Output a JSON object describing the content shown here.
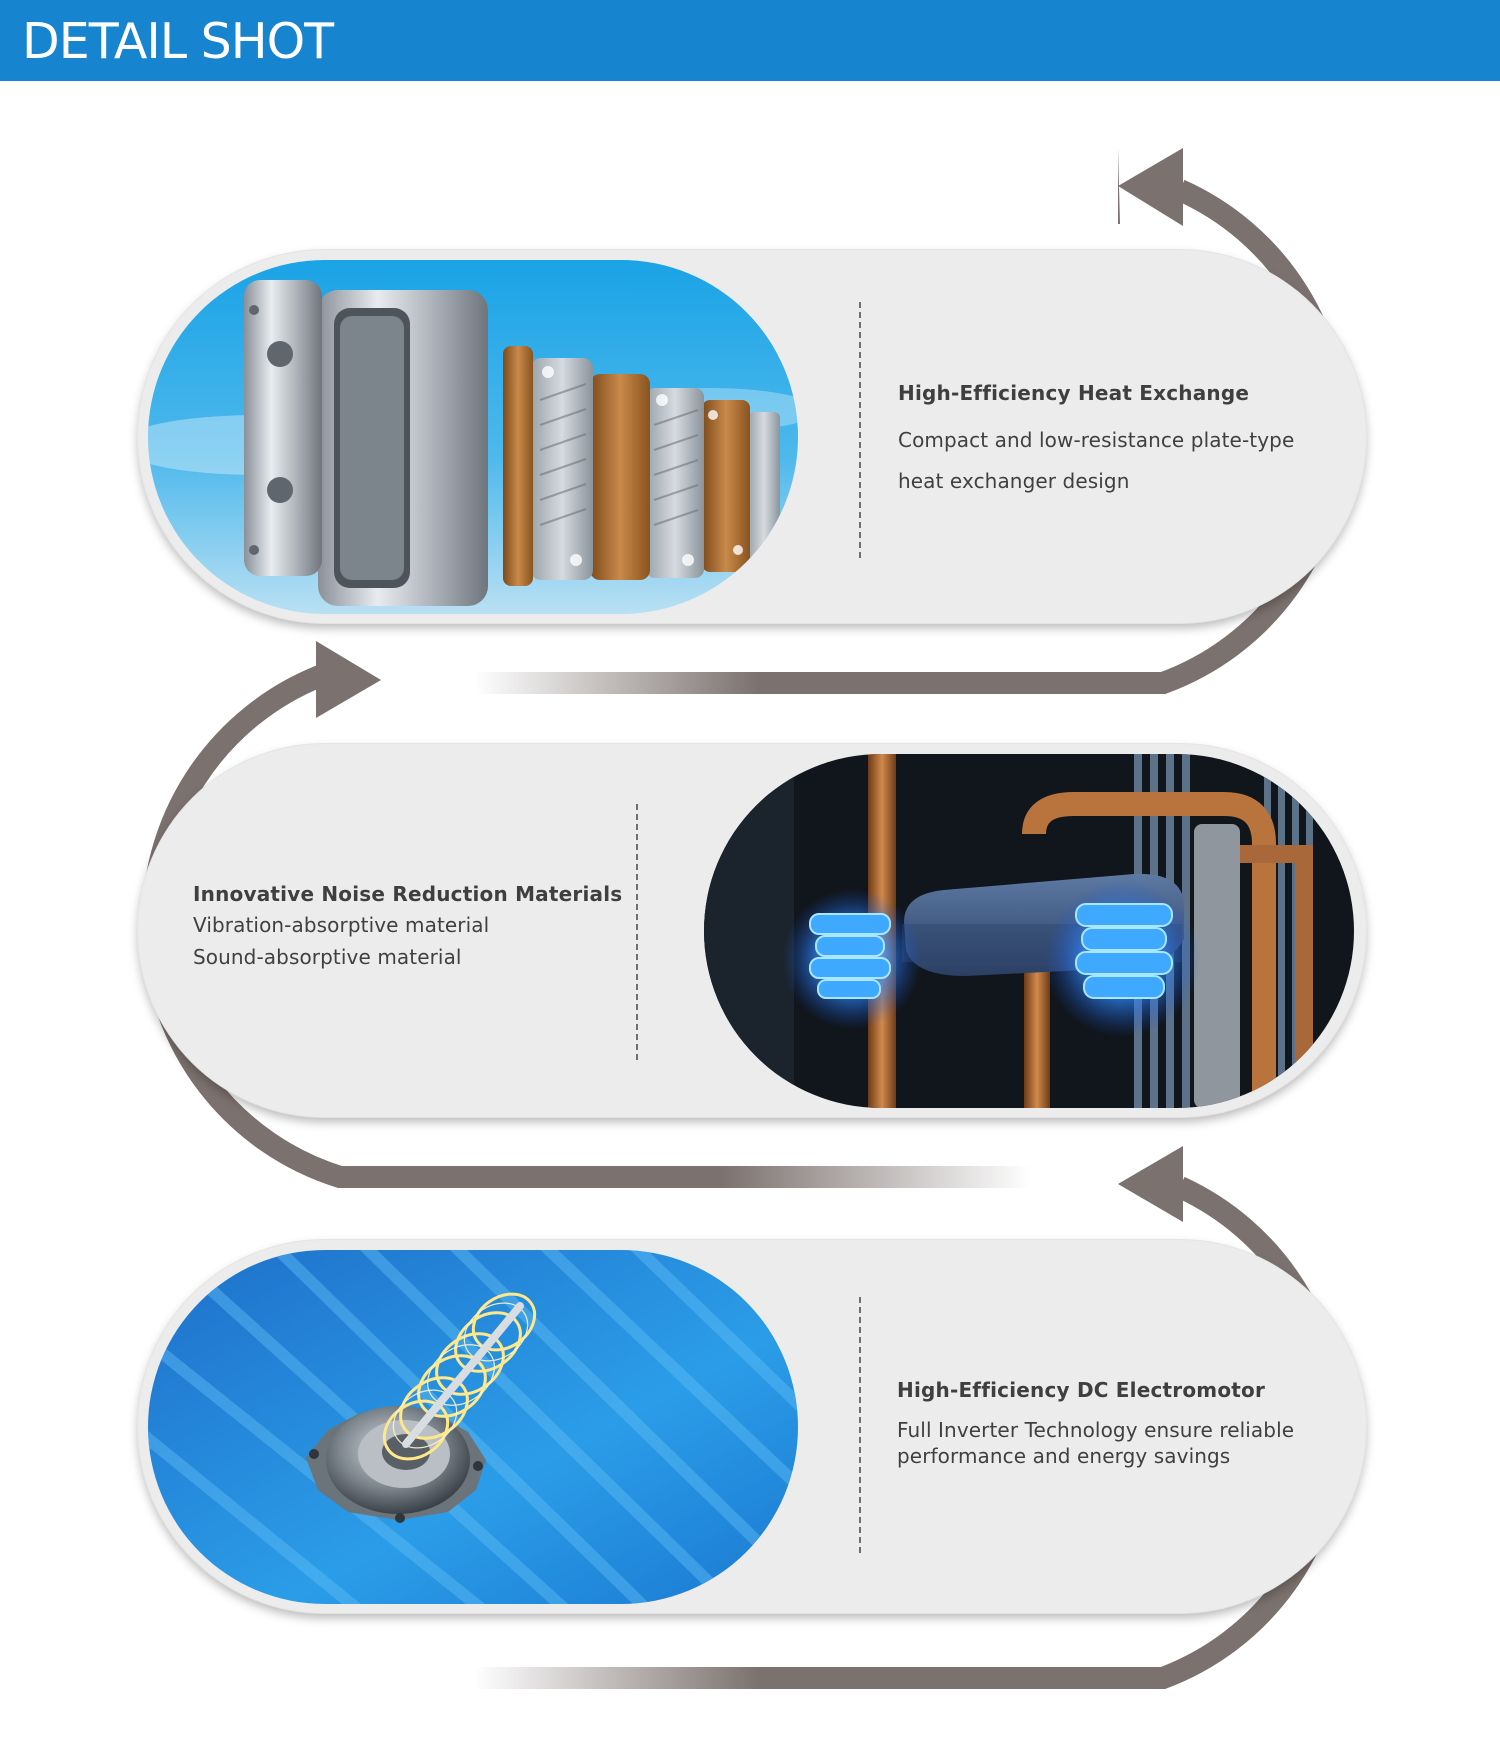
{
  "header": {
    "title": "DETAIL SHOT"
  },
  "colors": {
    "header_blue": "#1784cf",
    "arrow_brown": "#7b716e",
    "card_gray": "#ececec"
  },
  "features": [
    {
      "title": "High-Efficiency Heat Exchange",
      "desc_lines": [
        "Compact and low-resistance plate-type",
        "heat exchanger design"
      ],
      "image": "plate-heat-exchanger-image"
    },
    {
      "title": "Innovative Noise Reduction Materials",
      "desc_lines": [
        "Vibration-absorptive material",
        "Sound-absorptive material"
      ],
      "image": "compressor-damping-image"
    },
    {
      "title": "High-Efficiency DC Electromotor",
      "desc_lines": [
        "Full Inverter Technology ensure reliable",
        "performance and energy savings"
      ],
      "image": "dc-motor-image"
    }
  ]
}
